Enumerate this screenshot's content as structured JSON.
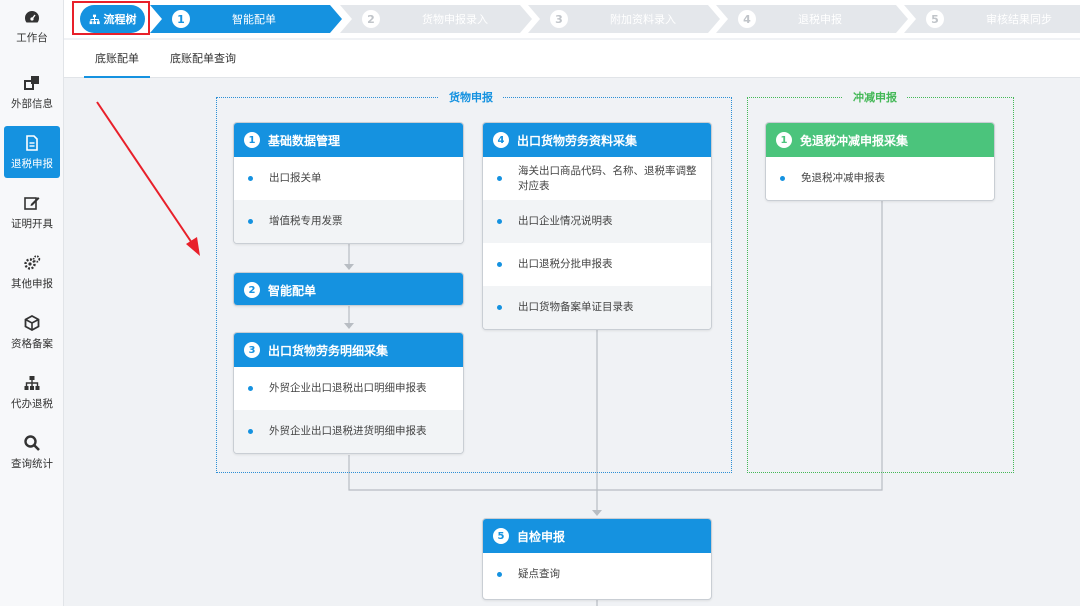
{
  "sidebar": {
    "items": [
      {
        "label": "工作台",
        "icon": "dashboard-icon"
      },
      {
        "label": "外部信息",
        "icon": "external-info-icon"
      },
      {
        "label": "退税申报",
        "icon": "document-icon"
      },
      {
        "label": "证明开具",
        "icon": "edit-icon"
      },
      {
        "label": "其他申报",
        "icon": "gears-icon"
      },
      {
        "label": "资格备案",
        "icon": "cube-icon"
      },
      {
        "label": "代办退税",
        "icon": "sitemap-icon"
      },
      {
        "label": "查询统计",
        "icon": "search-icon"
      }
    ],
    "active_index": 2
  },
  "stepbar": {
    "flowtree_label": "流程树",
    "steps": [
      {
        "num": "1",
        "label": "智能配单"
      },
      {
        "num": "2",
        "label": "货物申报录入"
      },
      {
        "num": "3",
        "label": "附加资料录入"
      },
      {
        "num": "4",
        "label": "退税申报"
      },
      {
        "num": "5",
        "label": "审核结果同步"
      }
    ]
  },
  "tabs": [
    {
      "label": "底账配单"
    },
    {
      "label": "底账配单查询"
    }
  ],
  "groups": {
    "goods": {
      "title": "货物申报"
    },
    "offset": {
      "title": "冲减申报"
    }
  },
  "cards": {
    "basic": {
      "num": "1",
      "title": "基础数据管理",
      "items": [
        "出口报关单",
        "增值税专用发票"
      ]
    },
    "smart": {
      "num": "2",
      "title": "智能配单"
    },
    "detail": {
      "num": "3",
      "title": "出口货物劳务明细采集",
      "items": [
        "外贸企业出口退税出口明细申报表",
        "外贸企业出口退税进货明细申报表"
      ]
    },
    "materials": {
      "num": "4",
      "title": "出口货物劳务资料采集",
      "items": [
        "海关出口商品代码、名称、退税率调整对应表",
        "出口企业情况说明表",
        "出口退税分批申报表",
        "出口货物备案单证目录表"
      ]
    },
    "offset": {
      "num": "1",
      "title": "免退税冲减申报采集",
      "items": [
        "免退税冲减申报表"
      ]
    },
    "selfcheck": {
      "num": "5",
      "title": "自检申报",
      "items": [
        "疑点查询"
      ]
    }
  },
  "colors": {
    "primary": "#1592e0",
    "green": "#4bc47c",
    "annotation": "#e8202a"
  }
}
